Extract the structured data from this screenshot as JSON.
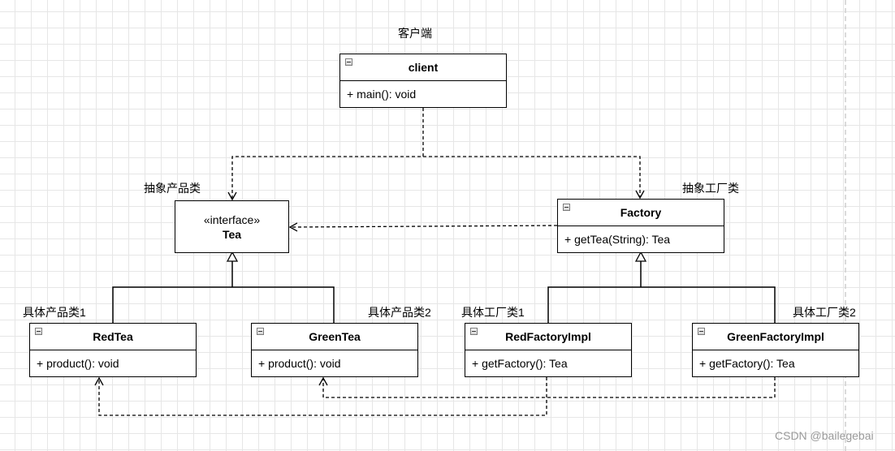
{
  "labels": {
    "client_role": "客户端",
    "abstract_product": "抽象产品类",
    "abstract_factory": "抽象工厂类",
    "concrete_product_1": "具体产品类1",
    "concrete_product_2": "具体产品类2",
    "concrete_factory_1": "具体工厂类1",
    "concrete_factory_2": "具体工厂类2"
  },
  "classes": {
    "client": {
      "name": "client",
      "members": [
        "+ main(): void"
      ]
    },
    "tea": {
      "stereotype": "«interface»",
      "name": "Tea"
    },
    "factory": {
      "name": "Factory",
      "members": [
        "+ getTea(String): Tea"
      ]
    },
    "red_tea": {
      "name": "RedTea",
      "members": [
        "+ product(): void"
      ]
    },
    "green_tea": {
      "name": "GreenTea",
      "members": [
        "+ product(): void"
      ]
    },
    "red_factory": {
      "name": "RedFactoryImpl",
      "members": [
        "+ getFactory(): Tea"
      ]
    },
    "green_factory": {
      "name": "GreenFactoryImpl",
      "members": [
        "+ getFactory(): Tea"
      ]
    }
  },
  "watermark": "CSDN @bailegebai"
}
